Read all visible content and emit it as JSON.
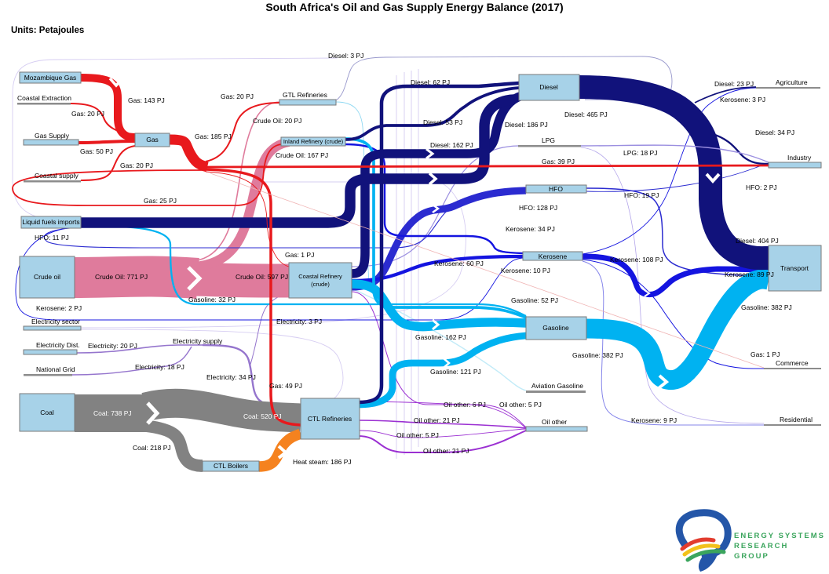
{
  "title": "South Africa's Oil and Gas Supply Energy Balance (2017)",
  "units_label": "Units: Petajoules",
  "logo": {
    "line1": "ENERGY SYSTEMS",
    "line2": "RESEARCH",
    "line3": "GROUP",
    "text_color": "#3ba55d"
  },
  "colors": {
    "gas": "#e8191d",
    "crude_oil": "#df7b9c",
    "diesel": "#11127b",
    "diesel_pale": "#9898cc",
    "hfo": "#2b2bd0",
    "kerosene": "#1414e0",
    "kerosene_light": "#8585ea",
    "gasoline": "#00b2f1",
    "aviation_gasoline": "#c2ebf8",
    "oil_other": "#9b30d2",
    "electricity": "#9575cd",
    "electricity_faint": "#cfc2ef",
    "lpg": "#9b8fe0",
    "coal": "#828282",
    "heat_steam": "#f5821f",
    "gas_faint": "#f0b4b4",
    "node_fill": "#a7d2e8",
    "node_border": "#7a7a7a",
    "logo_blue": "#2456a8",
    "logo_red": "#e23c2e",
    "logo_yellow": "#f2c21c",
    "logo_green": "#3ba55d"
  },
  "chart_data": {
    "type": "sankey",
    "units": "PJ",
    "nodes": [
      {
        "label": "Mozambique Gas"
      },
      {
        "label": "Coastal Extraction"
      },
      {
        "label": "Gas Supply"
      },
      {
        "label": "Coastal supply"
      },
      {
        "label": "Liquid fuels imports"
      },
      {
        "label": "Crude oil"
      },
      {
        "label": "Electricity sector"
      },
      {
        "label": "Electricity Dist."
      },
      {
        "label": "National Grid"
      },
      {
        "label": "Coal"
      },
      {
        "label": "Gas"
      },
      {
        "label": "GTL Refineries"
      },
      {
        "label": "Inland Refinery (crude)"
      },
      {
        "label": "Coastal Refinery (crude)",
        "line1": "Coastal Refinery",
        "line2": "(crude)"
      },
      {
        "label": "CTL Refineries"
      },
      {
        "label": "CTL Boilers"
      },
      {
        "label": "Diesel"
      },
      {
        "label": "LPG"
      },
      {
        "label": "HFO"
      },
      {
        "label": "Kerosene"
      },
      {
        "label": "Gasoline"
      },
      {
        "label": "Aviation Gasoline"
      },
      {
        "label": "Oil other"
      },
      {
        "label": "Agriculture"
      },
      {
        "label": "Industry"
      },
      {
        "label": "Transport"
      },
      {
        "label": "Commerce"
      },
      {
        "label": "Residential"
      }
    ],
    "links": [
      {
        "source": "Mozambique Gas",
        "target": "Gas",
        "commodity": "Gas",
        "value": 143,
        "label": "Gas: 143 PJ"
      },
      {
        "source": "Coastal Extraction",
        "target": "Gas",
        "commodity": "Gas",
        "value": 20,
        "label": "Gas: 20 PJ"
      },
      {
        "source": "Gas Supply",
        "target": "Gas",
        "commodity": "Gas",
        "value": 50,
        "label": "Gas: 50 PJ"
      },
      {
        "source": "Coastal supply",
        "target": "Gas",
        "commodity": "Gas",
        "value": 20,
        "label": "Gas: 20 PJ"
      },
      {
        "source": "Gas",
        "target": "Gas junction",
        "commodity": "Gas",
        "value": 185,
        "label": "Gas: 185 PJ"
      },
      {
        "source": "Gas",
        "target": "GTL Refineries",
        "commodity": "Gas",
        "value": 20,
        "label": "Gas: 20 PJ"
      },
      {
        "source": "Gas",
        "target": "Industry",
        "commodity": "Gas",
        "value": 39,
        "label": "Gas: 39 PJ"
      },
      {
        "source": "Gas",
        "target": "CTL Refineries",
        "commodity": "Gas",
        "value": 49,
        "label": "Gas: 49 PJ"
      },
      {
        "source": "Gas",
        "target": "Coastal Refinery (crude)",
        "commodity": "Gas",
        "value": 1,
        "label": "Gas: 1 PJ"
      },
      {
        "source": "Gas",
        "target": "Inland Refinery (crude)",
        "commodity": "Gas",
        "value": 25,
        "label": "Gas: 25 PJ"
      },
      {
        "source": "Coastal Refinery (crude)",
        "target": "Commerce",
        "commodity": "Gas",
        "value": 1,
        "label": "Gas: 1 PJ"
      },
      {
        "source": "Crude oil",
        "target": "Refineries",
        "commodity": "Crude Oil",
        "value": 771,
        "label": "Crude Oil: 771 PJ"
      },
      {
        "source": "Crude oil",
        "target": "Coastal Refinery (crude)",
        "commodity": "Crude Oil",
        "value": 597,
        "label": "Crude Oil: 597 PJ"
      },
      {
        "source": "Crude oil",
        "target": "Inland Refinery (crude)",
        "commodity": "Crude Oil",
        "value": 167,
        "label": "Crude Oil: 167 PJ"
      },
      {
        "source": "Crude oil",
        "target": "GTL Refineries",
        "commodity": "Crude Oil",
        "value": 20,
        "label": "Crude Oil: 20 PJ"
      },
      {
        "source": "Coastal Refinery (crude)",
        "target": "Diesel",
        "commodity": "Diesel",
        "value": 162,
        "label": "Diesel: 162 PJ"
      },
      {
        "source": "Inland Refinery (crude)",
        "target": "Diesel",
        "commodity": "Diesel",
        "value": 53,
        "label": "Diesel: 53 PJ"
      },
      {
        "source": "CTL Refineries",
        "target": "Diesel",
        "commodity": "Diesel",
        "value": 62,
        "label": "Diesel: 62 PJ"
      },
      {
        "source": "Liquid fuels imports",
        "target": "Diesel",
        "commodity": "Diesel",
        "value": 186,
        "label": "Diesel: 186 PJ"
      },
      {
        "source": "Diesel",
        "target": "Transport",
        "commodity": "Diesel",
        "value": 465,
        "label": "Diesel: 465 PJ"
      },
      {
        "source": "Diesel",
        "target": "Transport",
        "commodity": "Diesel",
        "value": 404,
        "label": "Diesel: 404 PJ"
      },
      {
        "source": "Diesel",
        "target": "Industry",
        "commodity": "Diesel",
        "value": 34,
        "label": "Diesel: 34 PJ"
      },
      {
        "source": "Diesel",
        "target": "Agriculture",
        "commodity": "Diesel",
        "value": 23,
        "label": "Diesel: 23 PJ"
      },
      {
        "source": "GTL Refineries",
        "target": "Diesel",
        "commodity": "Diesel",
        "value": 3,
        "label": "Diesel: 3 PJ"
      },
      {
        "source": "Liquid fuels imports",
        "target": "HFO",
        "commodity": "HFO",
        "value": 11,
        "label": "HFO: 11 PJ"
      },
      {
        "source": "Coastal Refinery (crude)",
        "target": "HFO",
        "commodity": "HFO",
        "value": 128,
        "label": "HFO: 128 PJ"
      },
      {
        "source": "HFO",
        "target": "Transport",
        "commodity": "HFO",
        "value": 19,
        "label": "HFO: 19 PJ"
      },
      {
        "source": "HFO",
        "target": "Industry",
        "commodity": "HFO",
        "value": 2,
        "label": "HFO: 2 PJ"
      },
      {
        "source": "Inland Refinery (crude)",
        "target": "Kerosene",
        "commodity": "Kerosene",
        "value": 34,
        "label": "Kerosene: 34 PJ"
      },
      {
        "source": "Coastal Refinery (crude)",
        "target": "Kerosene",
        "commodity": "Kerosene",
        "value": 60,
        "label": "Kerosene: 60 PJ"
      },
      {
        "source": "Liquid fuels imports",
        "target": "Kerosene",
        "commodity": "Kerosene",
        "value": 2,
        "label": "Kerosene: 2 PJ"
      },
      {
        "source": "Kerosene",
        "target": "Transport",
        "commodity": "Kerosene",
        "value": 108,
        "label": "Kerosene: 108 PJ"
      },
      {
        "source": "Kerosene",
        "target": "Transport",
        "commodity": "Kerosene",
        "value": 89,
        "label": "Kerosene: 89 PJ"
      },
      {
        "source": "Kerosene",
        "target": "Commerce",
        "commodity": "Kerosene",
        "value": 10,
        "label": "Kerosene: 10 PJ"
      },
      {
        "source": "Kerosene",
        "target": "Residential",
        "commodity": "Kerosene",
        "value": 9,
        "label": "Kerosene: 9 PJ"
      },
      {
        "source": "Kerosene",
        "target": "Agriculture",
        "commodity": "Kerosene",
        "value": 3,
        "label": "Kerosene: 3 PJ"
      },
      {
        "source": "Liquid fuels imports",
        "target": "Gasoline",
        "commodity": "Gasoline",
        "value": 32,
        "label": "Gasoline: 32 PJ"
      },
      {
        "source": "Coastal Refinery (crude)",
        "target": "Gasoline",
        "commodity": "Gasoline",
        "value": 162,
        "label": "Gasoline: 162 PJ"
      },
      {
        "source": "CTL Refineries",
        "target": "Gasoline",
        "commodity": "Gasoline",
        "value": 121,
        "label": "Gasoline: 121 PJ"
      },
      {
        "source": "Inland Refinery (crude)",
        "target": "Gasoline",
        "commodity": "Gasoline",
        "value": 52,
        "label": "Gasoline: 52 PJ"
      },
      {
        "source": "Gasoline",
        "target": "Transport",
        "commodity": "Gasoline",
        "value": 382,
        "label": "Gasoline: 382 PJ",
        "label2": "Gasoline: 382 PJ"
      },
      {
        "source": "Coastal Refinery (crude)",
        "target": "Oil other",
        "commodity": "Oil other",
        "value": 6,
        "label": "Oil other: 6 PJ"
      },
      {
        "source": "CTL Refineries",
        "target": "Oil other",
        "commodity": "Oil other",
        "value": 5,
        "label": "Oil other: 5 PJ"
      },
      {
        "source": "CTL Refineries",
        "target": "Oil other",
        "commodity": "Oil other",
        "value": 21,
        "label": "Oil other: 21 PJ"
      },
      {
        "source": "CTL Refineries",
        "target": "Oil other",
        "commodity": "Oil other",
        "value": 5,
        "label": "Oil other: 5 PJ"
      },
      {
        "source": "CTL Refineries",
        "target": "Oil other",
        "commodity": "Oil other",
        "value": 21,
        "label": "Oil other: 21 PJ"
      },
      {
        "source": "LPG",
        "target": "Industry",
        "commodity": "LPG",
        "value": 18,
        "label": "LPG: 18 PJ"
      },
      {
        "source": "Electricity Dist.",
        "target": "Electricity supply",
        "commodity": "Electricity",
        "value": 20,
        "label": "Electricity: 20 PJ"
      },
      {
        "source": "National Grid",
        "target": "Electricity supply",
        "commodity": "Electricity",
        "value": 18,
        "label": "Electricity: 18 PJ"
      },
      {
        "source": "Electricity supply",
        "target": "CTL Refineries",
        "commodity": "Electricity",
        "value": 34,
        "label": "Electricity: 34 PJ"
      },
      {
        "source": "Electricity supply",
        "target": "Coastal Refinery (crude)",
        "commodity": "Electricity",
        "value": 3,
        "label": "Electricity: 3 PJ"
      },
      {
        "source": "Coal",
        "target": "Coal junction",
        "commodity": "Coal",
        "value": 738,
        "label": "Coal: 738 PJ"
      },
      {
        "source": "Coal",
        "target": "CTL Refineries",
        "commodity": "Coal",
        "value": 520,
        "label": "Coal: 520 PJ"
      },
      {
        "source": "Coal",
        "target": "CTL Boilers",
        "commodity": "Coal",
        "value": 218,
        "label": "Coal: 218 PJ"
      },
      {
        "source": "CTL Boilers",
        "target": "CTL Refineries",
        "commodity": "Heat steam",
        "value": 186,
        "label": "Heat steam: 186 PJ"
      }
    ],
    "annotations": [
      {
        "text": "Electricity supply"
      }
    ]
  }
}
